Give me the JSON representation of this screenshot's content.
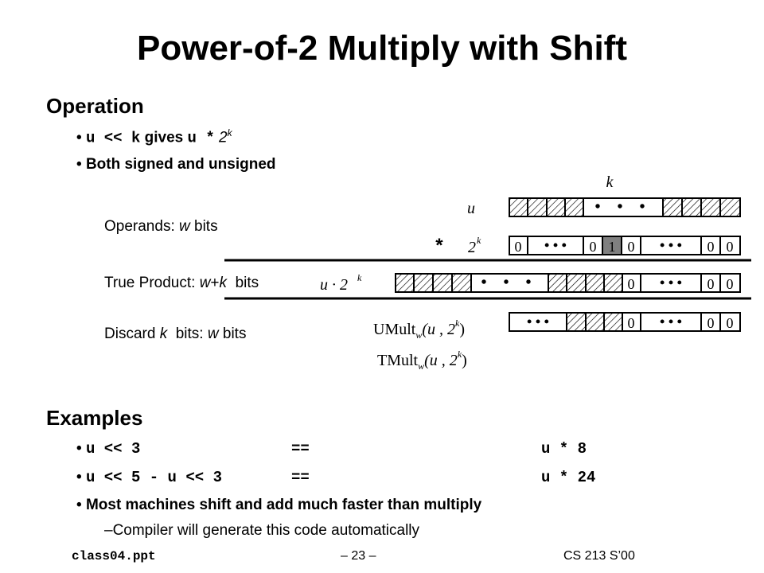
{
  "title": "Power-of-2 Multiply with Shift",
  "operation": {
    "heading": "Operation",
    "bullet1": {
      "code1": "u << k",
      "text": "gives",
      "code2": "u *",
      "expr_base": "2",
      "expr_exp": "k"
    },
    "bullet2": "Both signed and unsigned"
  },
  "diagram": {
    "operands_label": "Operands: ",
    "operands_w": "w",
    "operands_suffix": " bits",
    "true_product_label": "True Product: ",
    "true_product_w": "w",
    "true_product_plus": "+",
    "true_product_k": "k",
    "true_product_suffix": "  bits",
    "discard_prefix": "Discard ",
    "discard_k": "k",
    "discard_mid": "  bits: ",
    "discard_w": "w",
    "discard_suffix": " bits",
    "k_label": "k",
    "u_label": "u",
    "times_symbol": "*",
    "two_k_base": "2",
    "two_k_exp": "k",
    "product_label": "u · 2",
    "product_exp": "k",
    "umult_name": "UMult",
    "umult_sub": "w",
    "umult_args": "(u , 2",
    "umult_exp": "k",
    "umult_close": ")",
    "tmult_name": "TMult",
    "tmult_sub": "w",
    "tmult_args": "(u , 2",
    "tmult_exp": "k",
    "tmult_close": ")",
    "bit_zero": "0",
    "bit_one": "1",
    "ellipsis": "• • •"
  },
  "examples": {
    "heading": "Examples",
    "rows": [
      {
        "lhs": "u << 3",
        "eq": "==",
        "rhs": "u * 8"
      },
      {
        "lhs": "u << 5 - u << 3",
        "eq": "==",
        "rhs": "u * 24"
      }
    ],
    "bullet3": "Most machines shift and add much faster than multiply",
    "sub": "–Compiler will generate this code automatically"
  },
  "footer": {
    "left": "class04.ppt",
    "center": "– 23 –",
    "right": "CS 213 S’00"
  },
  "colors": {
    "one_bit_fill": "#808080",
    "text": "#000000"
  }
}
